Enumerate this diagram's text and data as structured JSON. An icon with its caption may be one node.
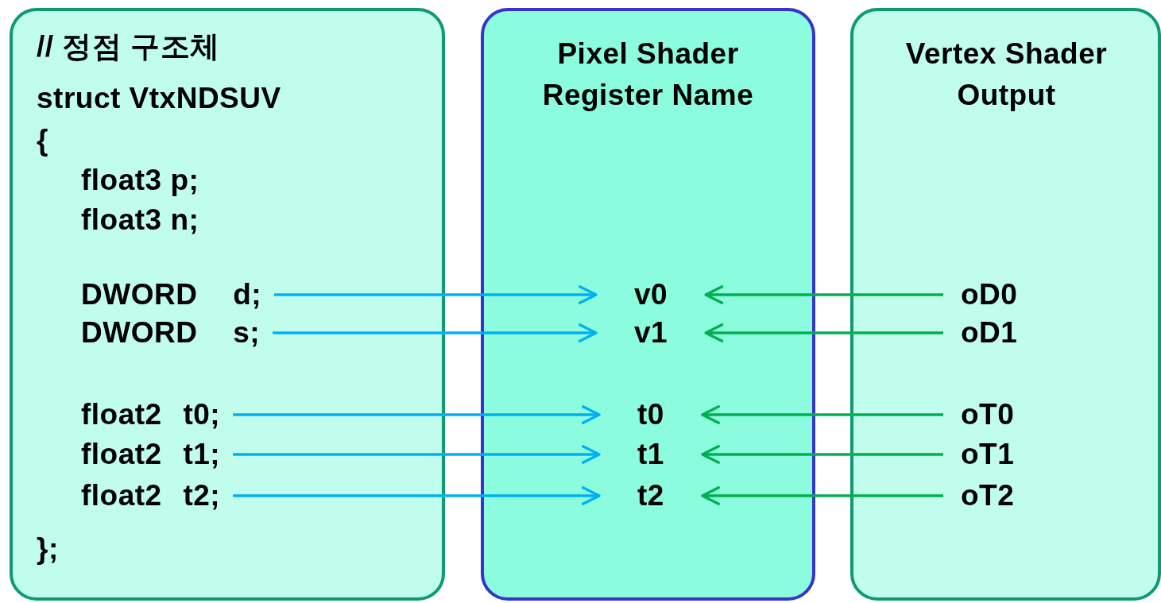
{
  "diagram": {
    "nodes": [
      {
        "text": [
          "// 정점 구조체",
          "struct VtxNDSUV",
          "{",
          "float3 p;",
          "float3 n;",
          "};"
        ]
      },
      {
        "text": [
          "DWORD d;"
        ],
        "in": 0
      },
      {
        "text": [
          "DWORD s;"
        ],
        "in": 0
      },
      {
        "text": [
          "float2 t0;"
        ],
        "in": 0
      },
      {
        "text": [
          "float2 t1;"
        ],
        "in": 0
      },
      {
        "text": [
          "float2 t2;"
        ],
        "in": 0
      },
      {
        "text": [
          "Pixel Shader Register Name"
        ]
      },
      {
        "text": [
          "v0"
        ],
        "in": 6
      },
      {
        "text": [
          "v1"
        ],
        "in": 6
      },
      {
        "text": [
          "t0"
        ],
        "in": 6
      },
      {
        "text": [
          "t1"
        ],
        "in": 6
      },
      {
        "text": [
          "t2"
        ],
        "in": 6
      },
      {
        "text": [
          "Vertex Shader Output"
        ]
      },
      {
        "text": [
          "oD0"
        ],
        "in": 12
      },
      {
        "text": [
          "oD1"
        ],
        "in": 12
      },
      {
        "text": [
          "oT0"
        ],
        "in": 12
      },
      {
        "text": [
          "oT1"
        ],
        "in": 12
      },
      {
        "text": [
          "oT2"
        ],
        "in": 12
      }
    ],
    "edges": [
      {
        "from": 1,
        "to": 7,
        "arrow": "to",
        "color": "#00b0f0"
      },
      {
        "from": 2,
        "to": 8,
        "arrow": "to",
        "color": "#00b0f0"
      },
      {
        "from": 3,
        "to": 9,
        "arrow": "to",
        "color": "#00b0f0"
      },
      {
        "from": 4,
        "to": 10,
        "arrow": "to",
        "color": "#00b0f0"
      },
      {
        "from": 5,
        "to": 11,
        "arrow": "to",
        "color": "#00b0f0"
      },
      {
        "from": 13,
        "to": 7,
        "arrow": "to",
        "color": "#00b050"
      },
      {
        "from": 14,
        "to": 8,
        "arrow": "to",
        "color": "#00b050"
      },
      {
        "from": 15,
        "to": 9,
        "arrow": "to",
        "color": "#00b050"
      },
      {
        "from": 16,
        "to": 10,
        "arrow": "to",
        "color": "#00b050"
      },
      {
        "from": 17,
        "to": 11,
        "arrow": "to",
        "color": "#00b050"
      }
    ]
  }
}
